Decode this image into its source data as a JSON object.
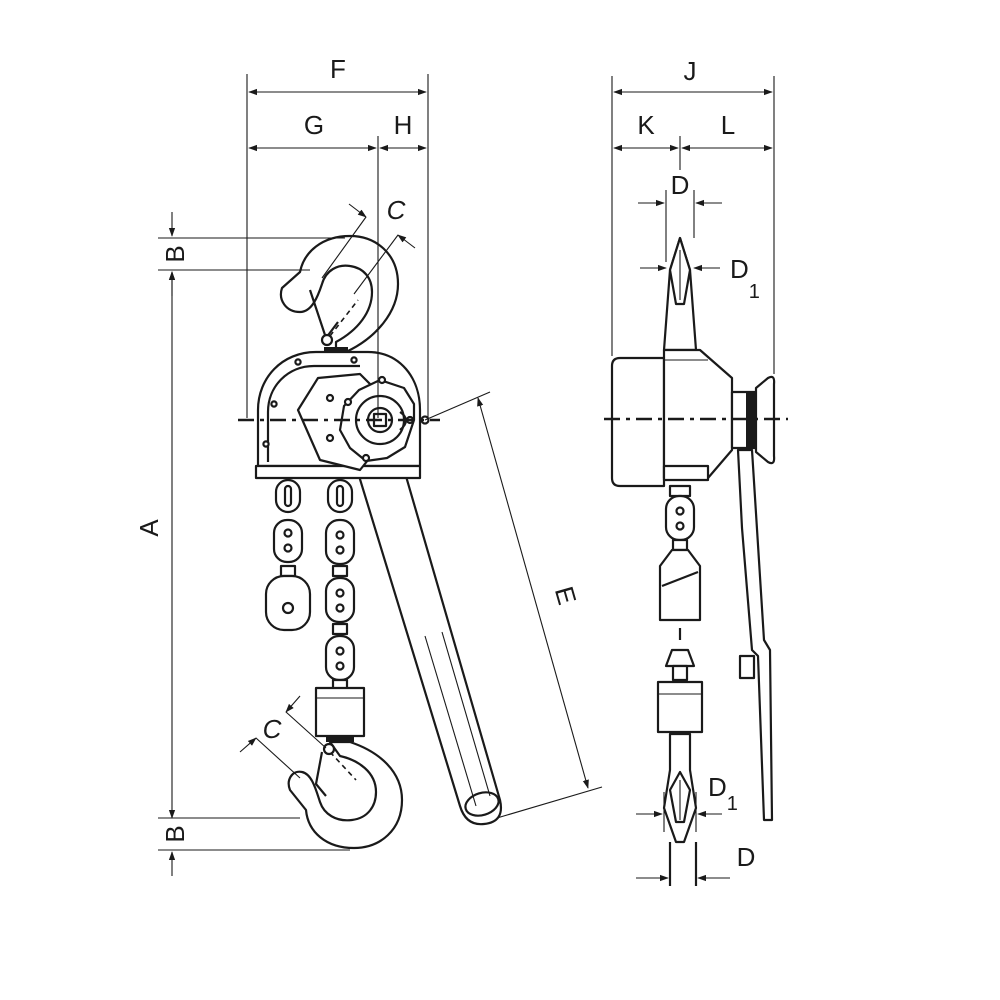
{
  "diagram": {
    "dimension_labels": {
      "F": "F",
      "G": "G",
      "H": "H",
      "C_top": "C",
      "B_top": "B",
      "A": "A",
      "E": "E",
      "C_bottom": "C",
      "B_bottom": "B",
      "J": "J",
      "K": "K",
      "L": "L",
      "D_top": "D",
      "D1_top_main": "D",
      "D1_top_sub": "1",
      "D1_bottom_main": "D",
      "D1_bottom_sub": "1",
      "D_bottom": "D"
    }
  }
}
